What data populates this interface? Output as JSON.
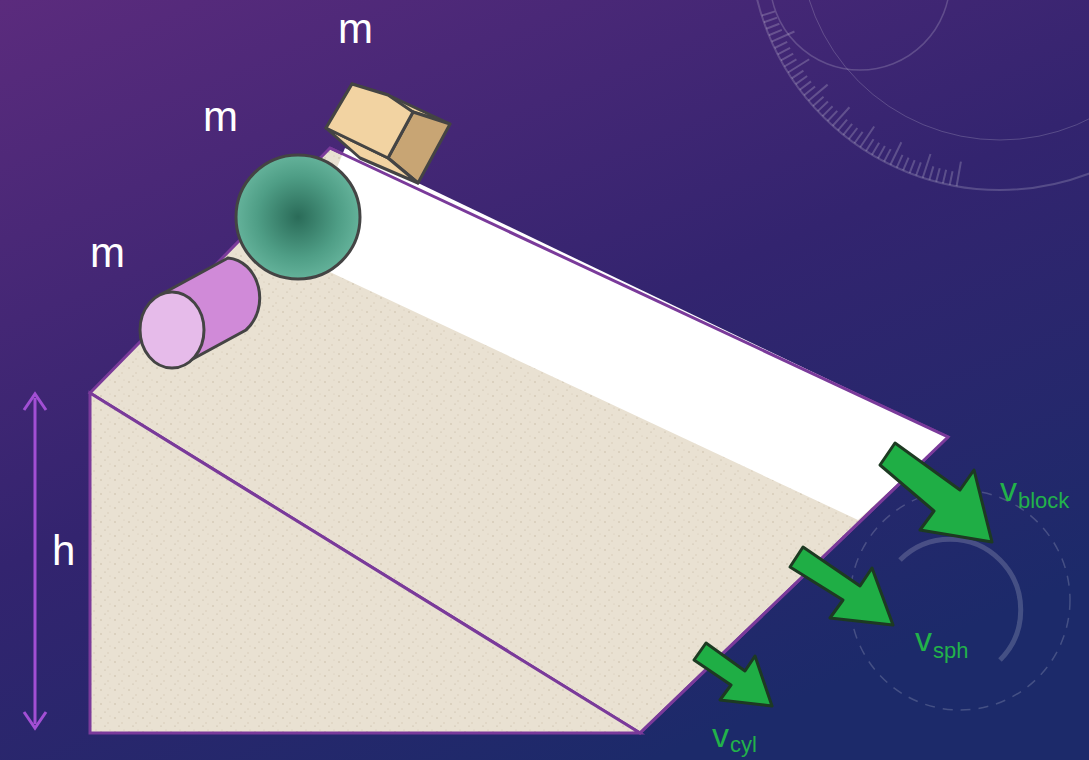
{
  "diagram": {
    "labels": [
      "m",
      "m",
      "m",
      "h",
      "v",
      "block",
      "v",
      "sph",
      "v",
      "cyl"
    ]
  }
}
